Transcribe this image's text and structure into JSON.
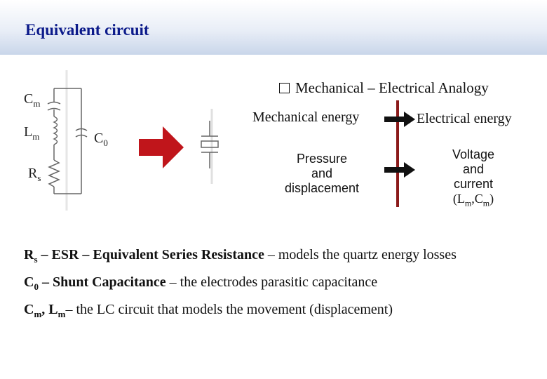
{
  "slide": {
    "title": "Equivalent circuit"
  },
  "circuit": {
    "cm_label": {
      "main": "C",
      "sub": "m"
    },
    "lm_label": {
      "main": "L",
      "sub": "m"
    },
    "rs_label": {
      "main": "R",
      "sub": "s"
    },
    "c0_label": {
      "main": "C",
      "sub": "0"
    },
    "arrow_color": "#c0151b"
  },
  "analogy": {
    "title": "Mechanical – Electrical Analogy",
    "mechanical_heading": "Mechanical energy",
    "electrical_heading": "Electrical energy",
    "mechanical_item": [
      "Pressure",
      "and",
      "displacement"
    ],
    "electrical_item": [
      "Voltage",
      "and",
      "current"
    ],
    "electrical_item_params": {
      "open": "(L",
      "s1": "m",
      "comma": ",C",
      "s2": "m",
      "close": ")"
    },
    "divider_color": "#8b1a1a"
  },
  "notes": [
    {
      "bold_main": "R",
      "bold_sub": "s",
      "bold_rest": " – ESR – Equivalent Series Resistance",
      "text": " – models the quartz energy losses"
    },
    {
      "bold_main": "C",
      "bold_sub": "0",
      "bold_rest": " – Shunt Capacitance",
      "text": " – the electrodes parasitic capacitance"
    },
    {
      "bold_main": "C",
      "bold_sub": "m",
      "bold_rest": ", L",
      "bold_sub2": "m",
      "text": "– the LC circuit that models the movement (displacement)"
    }
  ]
}
